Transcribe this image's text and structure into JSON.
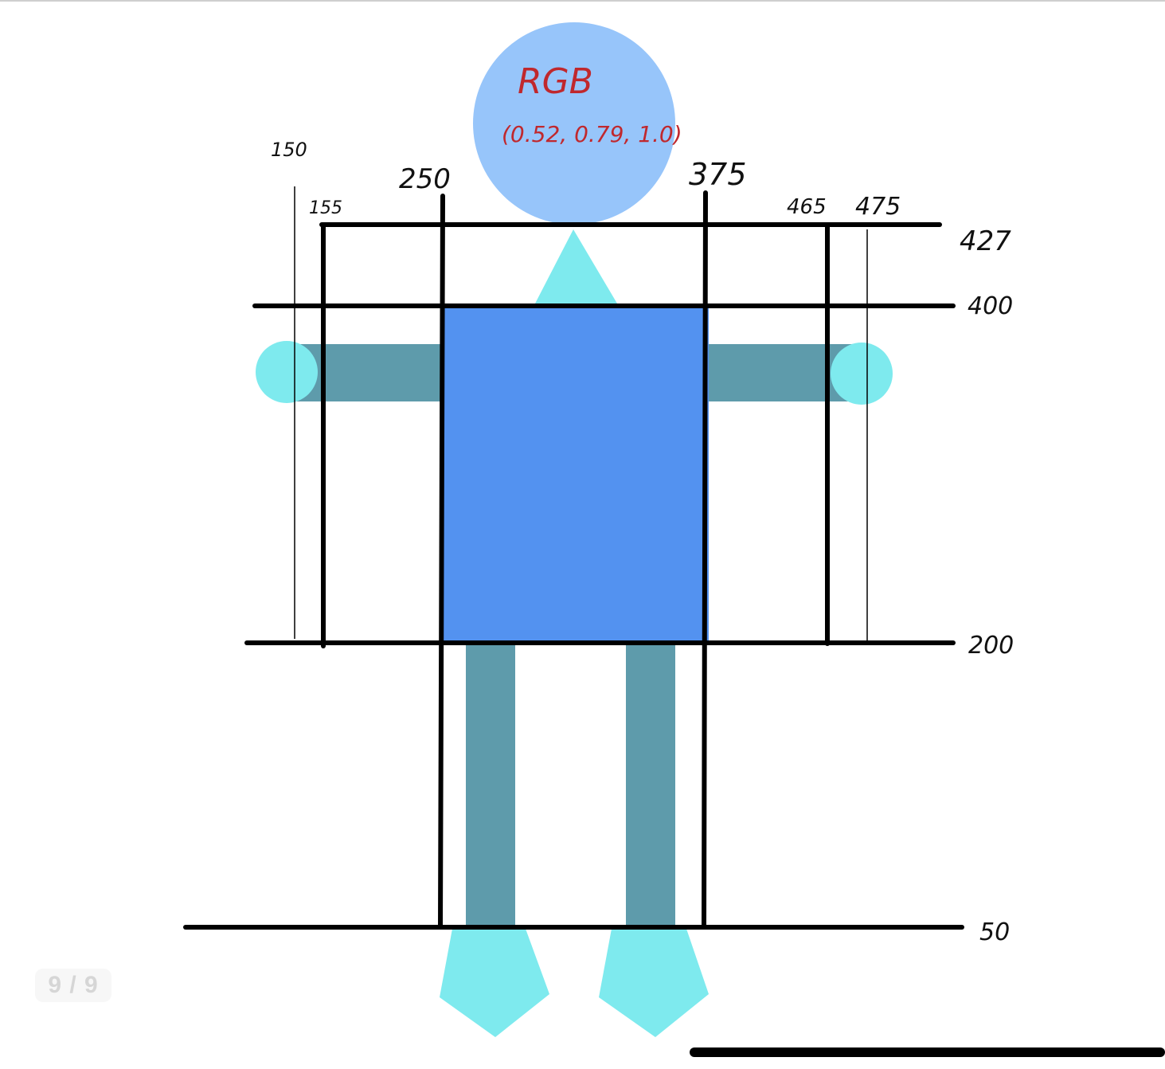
{
  "figure": {
    "head_annotation": {
      "title": "RGB",
      "value": "(0.52, 0.79, 1.0)"
    },
    "x_labels": [
      "150",
      "155",
      "250",
      "375",
      "465",
      "475"
    ],
    "y_labels": [
      "427",
      "400",
      "200",
      "50"
    ],
    "colors": {
      "head": "#97c5fa",
      "body": "#5392f0",
      "limbs": "#5e9bab",
      "joints": "#7eeaee",
      "lines": "#000000",
      "annotation": "#c0282d"
    }
  },
  "page_indicator": "9 / 9"
}
